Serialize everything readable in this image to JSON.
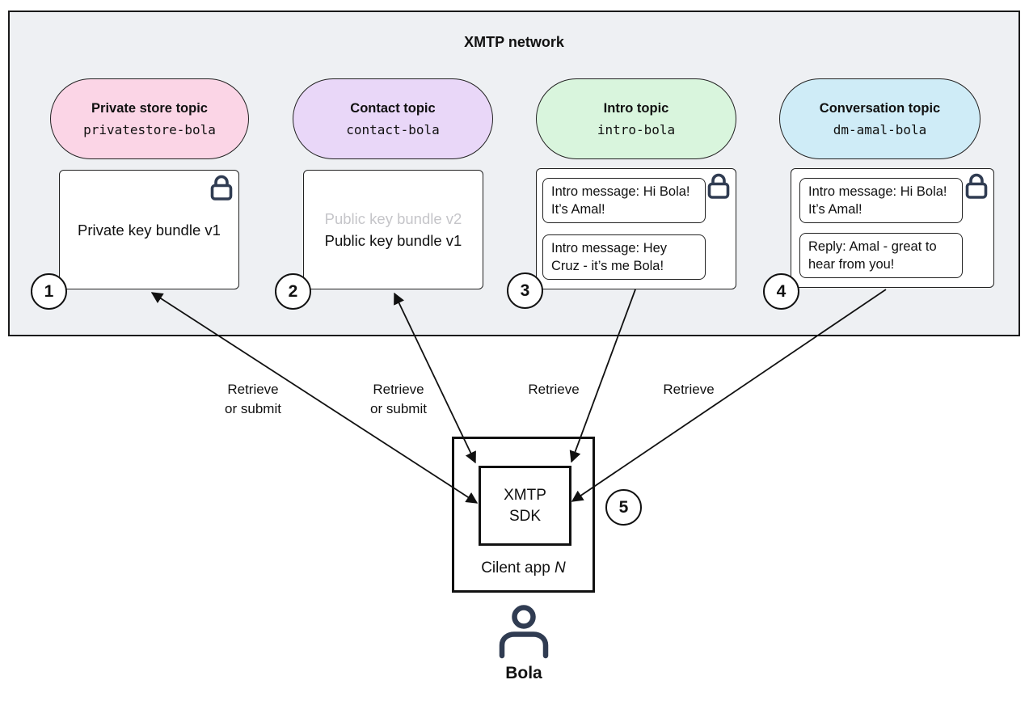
{
  "colors": {
    "network_bg": "#eef0f3",
    "pill_pink": "#fbd5e6",
    "pill_purple": "#e9d7f8",
    "pill_green": "#d9f5dd",
    "pill_blue": "#cfecf7",
    "icon_dark": "#303c52",
    "muted_text": "#c5c5c9",
    "arrow_line": "#111111"
  },
  "network": {
    "title": "XMTP network",
    "topics": [
      {
        "number": "1",
        "title": "Private store topic",
        "topic_name": "privatestore-bola",
        "color": "#fbd5e6",
        "locked": true,
        "bundle_lines": [
          "Private key bundle v1"
        ]
      },
      {
        "number": "2",
        "title": "Contact topic",
        "topic_name": "contact-bola",
        "color": "#e9d7f8",
        "locked": false,
        "bundle_lines": [
          "Public key bundle v2",
          "Public key bundle v1"
        ]
      },
      {
        "number": "3",
        "title": "Intro topic",
        "topic_name": "intro-bola",
        "color": "#d9f5dd",
        "locked": true,
        "messages": [
          "Intro message: Hi Bola! It’s Amal!",
          "Intro message: Hey Cruz - it’s me Bola!"
        ]
      },
      {
        "number": "4",
        "title": "Conversation topic",
        "topic_name": "dm-amal-bola",
        "color": "#cfecf7",
        "locked": true,
        "messages": [
          "Intro message: Hi Bola! It’s Amal!",
          "Reply: Amal - great to hear from you!"
        ]
      }
    ]
  },
  "arrows": [
    {
      "label": "Retrieve\nor submit",
      "direction": "bidirectional",
      "from": "private-store-topic",
      "to": "xmtp-sdk"
    },
    {
      "label": "Retrieve\nor submit",
      "direction": "bidirectional",
      "from": "contact-topic",
      "to": "xmtp-sdk"
    },
    {
      "label": "Retrieve",
      "direction": "to-sdk",
      "from": "intro-topic",
      "to": "xmtp-sdk"
    },
    {
      "label": "Retrieve",
      "direction": "to-sdk",
      "from": "conversation-topic",
      "to": "xmtp-sdk"
    }
  ],
  "client": {
    "number": "5",
    "sdk_label": "XMTP\nSDK",
    "app_label_prefix": "Cilent app ",
    "app_label_var": "N"
  },
  "user": {
    "name": "Bola"
  }
}
